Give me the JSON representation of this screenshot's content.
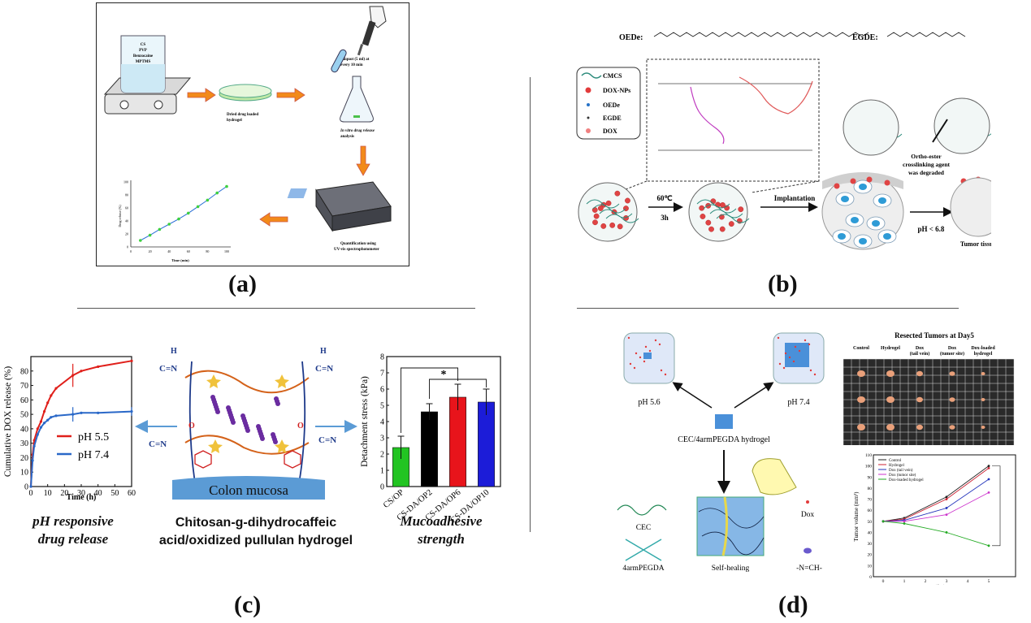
{
  "panels": {
    "a": {
      "label": "(a)",
      "beaker_lines": [
        "CS",
        "PVP",
        "Benzocaine",
        "MPTMS"
      ],
      "dish_caption": [
        "Dried drug loaded",
        "hydrogel"
      ],
      "aliquot_caption": [
        "Aliquot (5 ml) at",
        "every 10 min"
      ],
      "flask_caption": [
        "In vitro drug release",
        "analysis"
      ],
      "spectro_caption": [
        "Quantification using",
        "UV-vis spectrophotometer"
      ],
      "mini_chart": {
        "ylabel": "Drug release (%)",
        "xlabel": "Time (min)",
        "yticks": [
          "0",
          "20",
          "40",
          "60",
          "80",
          "100"
        ],
        "xticks": [
          "0",
          "20",
          "40",
          "60",
          "80",
          "100"
        ]
      }
    },
    "b": {
      "label": "(b)",
      "oede_label": "OEDe:",
      "egde_label": "EGDE:",
      "legend": [
        "CMCS",
        "DOX-NPs",
        "OEDe",
        "EGDE",
        "DOX"
      ],
      "step1_top": "60℃",
      "step1_bottom": "3h",
      "implantation": "Implantation",
      "ph_label": "pH < 6.8",
      "degraded_text": [
        "Ortho-ester",
        "crosslinking agent",
        "was degraded"
      ],
      "tumor_tissue": "Tumor tissue"
    },
    "c": {
      "label": "(c)",
      "release_chart": {
        "ylabel": "Cumulative DOX release (%)",
        "xlabel": "Time (h)",
        "yticks": [
          "0",
          "10",
          "20",
          "30",
          "40",
          "50",
          "60",
          "70",
          "80"
        ],
        "xticks": [
          "0",
          "10",
          "20",
          "30",
          "40",
          "50",
          "60"
        ],
        "legend_55": "pH 5.5",
        "legend_74": "pH 7.4"
      },
      "imine_label": "C=N",
      "h_label": "H",
      "o_label": "O",
      "colon_mucosa": "Colon mucosa",
      "bar_chart": {
        "ylabel": "Detachment stress (kPa)",
        "yticks": [
          "0",
          "1",
          "2",
          "3",
          "4",
          "5",
          "6",
          "7",
          "8"
        ],
        "significance": "*"
      },
      "caption_left": [
        "pH responsive",
        "drug release"
      ],
      "caption_center": [
        "Chitosan-g-dihydrocaffeic",
        "acid/oxidized pullulan hydrogel"
      ],
      "caption_right": [
        "Mucoadhesive",
        "strength"
      ]
    },
    "d": {
      "label": "(d)",
      "ph56": "pH 5.6",
      "ph74": "pH 7.4",
      "hydrogel_caption": "CEC/4armPEGDA hydrogel",
      "cec": "CEC",
      "peg": "4armPEGDA",
      "self_healing": "Self-healing",
      "dox": "Dox",
      "imine": "-N=CH-",
      "resected_title": "Resected Tumors at Day5",
      "groups": [
        "Control",
        "Hydrogel",
        "Dox\n(tail vein)",
        "Dox\n(tumor site)",
        "Dox-loaded\nhydrogel"
      ],
      "tumor_chart": {
        "ylabel": "Tumor volume (mm³)",
        "xlabel": "Time (day)",
        "yticks": [
          "0",
          "10",
          "20",
          "30",
          "40",
          "50",
          "60",
          "70",
          "80",
          "90",
          "100",
          "110"
        ],
        "xticks": [
          "0",
          "1",
          "2",
          "3",
          "4",
          "5"
        ]
      }
    }
  },
  "chart_data": [
    {
      "type": "line",
      "panel": "c",
      "xlabel": "Time (h)",
      "ylabel": "Cumulative DOX release (%)",
      "xlim": [
        0,
        60
      ],
      "ylim": [
        0,
        90
      ],
      "series": [
        {
          "name": "pH 5.5",
          "color": "#e0201b",
          "x": [
            0,
            1,
            2,
            4,
            6,
            8,
            10,
            12,
            15,
            25,
            30,
            40,
            60
          ],
          "y": [
            0,
            22,
            32,
            40,
            45,
            52,
            58,
            63,
            68,
            77,
            80,
            83,
            87
          ]
        },
        {
          "name": "pH 7.4",
          "color": "#2a68c8",
          "x": [
            0,
            1,
            2,
            4,
            6,
            8,
            10,
            12,
            15,
            25,
            30,
            40,
            60
          ],
          "y": [
            0,
            18,
            28,
            36,
            41,
            44,
            46,
            48,
            49,
            50,
            51,
            51,
            52
          ]
        }
      ]
    },
    {
      "type": "bar",
      "panel": "c",
      "categories": [
        "CS/OP",
        "CS-DA/OP2",
        "CS-DA/OP6",
        "CS-DA/OP10"
      ],
      "values": [
        2.4,
        4.6,
        5.5,
        5.2
      ],
      "errors": [
        0.7,
        0.5,
        0.8,
        0.8
      ],
      "colors": [
        "#22c422",
        "#000000",
        "#e8141b",
        "#1c1cd8"
      ],
      "ylabel": "Detachment stress (kPa)",
      "ylim": [
        0,
        8
      ]
    },
    {
      "type": "line",
      "panel": "d",
      "xlabel": "Time (day)",
      "ylabel": "Tumor volume (mm³)",
      "xlim": [
        0,
        5
      ],
      "ylim": [
        0,
        110
      ],
      "x": [
        0,
        1,
        3,
        5
      ],
      "series": [
        {
          "name": "Control",
          "color": "#222222",
          "values": [
            50,
            53,
            72,
            100
          ]
        },
        {
          "name": "Hydrogel",
          "color": "#cc2233",
          "values": [
            50,
            52,
            70,
            98
          ]
        },
        {
          "name": "Dox (tail vein)",
          "color": "#2233bb",
          "values": [
            50,
            51,
            62,
            88
          ]
        },
        {
          "name": "Dox (tumor site)",
          "color": "#cc33cc",
          "values": [
            50,
            50,
            56,
            76
          ]
        },
        {
          "name": "Dox-loaded hydrogel",
          "color": "#22aa22",
          "values": [
            50,
            48,
            40,
            28
          ]
        }
      ]
    },
    {
      "type": "scatter",
      "panel": "a",
      "xlabel": "Time (min)",
      "ylabel": "Drug release (%)",
      "xlim": [
        0,
        100
      ],
      "ylim": [
        0,
        100
      ],
      "x": [
        10,
        20,
        30,
        40,
        50,
        60,
        70,
        80,
        90,
        100
      ],
      "y": [
        10,
        18,
        27,
        35,
        43,
        52,
        62,
        72,
        83,
        93
      ]
    }
  ]
}
